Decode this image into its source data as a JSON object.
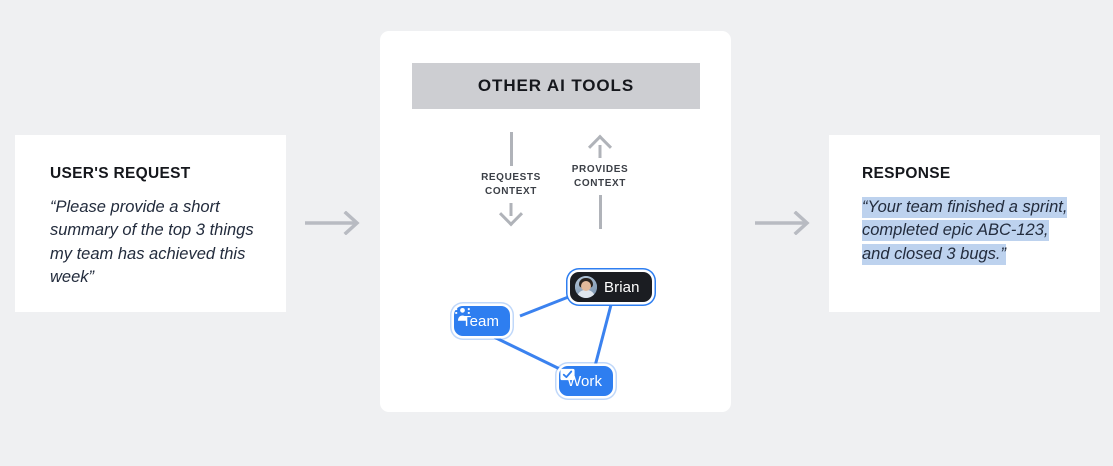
{
  "canvas": {
    "background_color": "#eff0f2",
    "accent_blue": "#2e7ef0",
    "banner_gray": "#cdced2",
    "arrow_gray": "#b0b3b9",
    "highlight_blue": "#bdd2ee",
    "dark_node": "#1b1d22"
  },
  "user_request": {
    "title": "USER'S REQUEST",
    "quote": "“Please provide a short summary of the top 3 things my team has achieved this week”"
  },
  "center": {
    "banner_label": "OTHER AI TOOLS",
    "context_flows": [
      {
        "label": "REQUESTS\nCONTEXT",
        "direction": "down",
        "name": "requests-context"
      },
      {
        "label": "PROVIDES\nCONTEXT",
        "direction": "up",
        "name": "provides-context"
      }
    ],
    "graph": {
      "nodes": [
        {
          "id": "team",
          "label": "Team",
          "style": "blue",
          "icon": "people-icon"
        },
        {
          "id": "brian",
          "label": "Brian",
          "style": "dark",
          "icon": "avatar-photo"
        },
        {
          "id": "work",
          "label": "Work",
          "style": "blue",
          "icon": "checkbox-icon"
        }
      ],
      "edges": [
        {
          "from": "team",
          "to": "brian"
        },
        {
          "from": "team",
          "to": "work"
        },
        {
          "from": "brian",
          "to": "work"
        }
      ]
    }
  },
  "response": {
    "title": "RESPONSE",
    "quote": "“Your team finished a sprint, completed epic ABC-123, and closed 3 bugs.”"
  },
  "flow_arrows": [
    {
      "name": "flow-arrow-request-to-tools",
      "direction": "right"
    },
    {
      "name": "flow-arrow-tools-to-response",
      "direction": "right"
    }
  ]
}
